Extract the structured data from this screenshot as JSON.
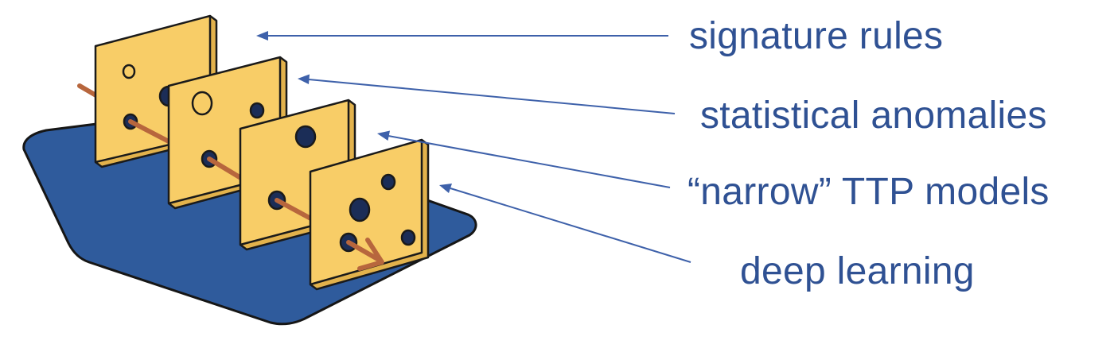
{
  "layers": [
    {
      "label": "signature rules"
    },
    {
      "label": "statistical anomalies"
    },
    {
      "label": "“narrow” TTP models"
    },
    {
      "label": "deep learning"
    }
  ],
  "colors": {
    "label_text": "#2f5193",
    "connector_line": "#3e61aa",
    "base_plate": "#2f5b9c",
    "base_outline": "#161616",
    "slice_face": "#f8cd67",
    "slice_edge": "#e2b24c",
    "slice_outline": "#1a1a1a",
    "hole_fill": "#1b2d57",
    "arrow": "#b7663d"
  },
  "icons": {
    "slice": "swiss-cheese-slice-icon",
    "base": "base-plate",
    "arrow": "threat-path-arrow-icon"
  }
}
